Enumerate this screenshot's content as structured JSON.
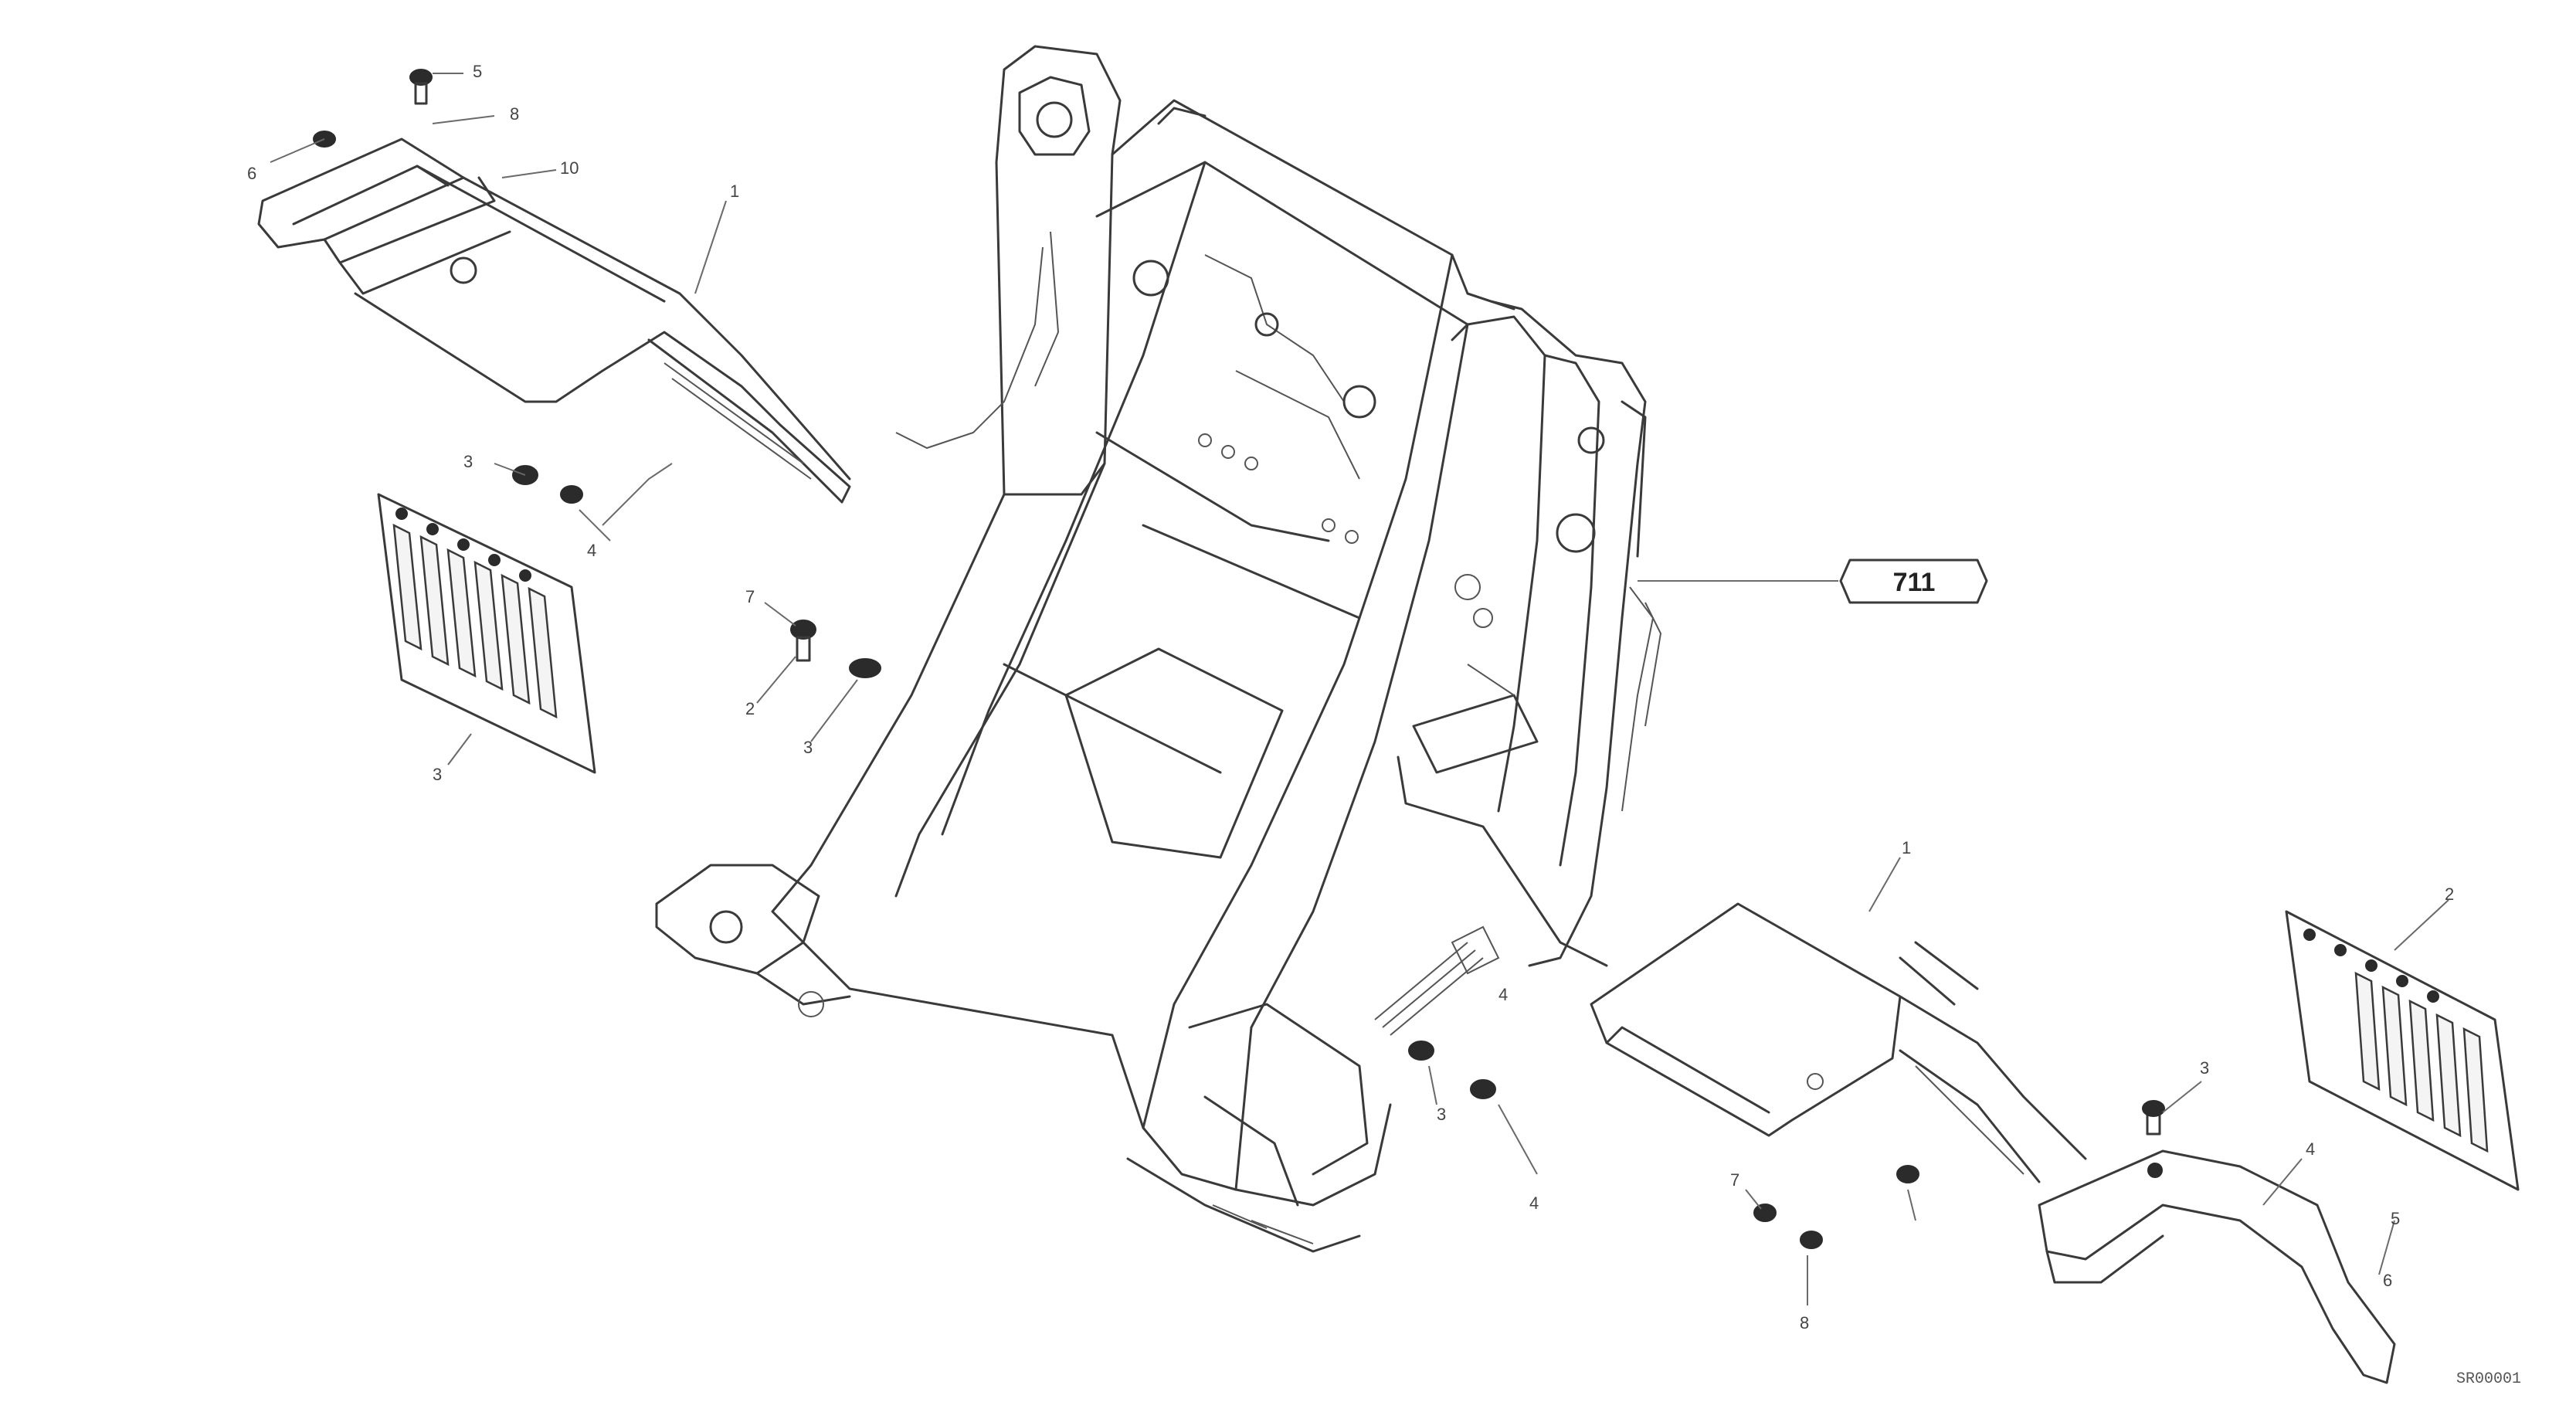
{
  "callouts": [
    {
      "id": "c1",
      "text": "6"
    },
    {
      "id": "c2",
      "text": "5"
    },
    {
      "id": "c3",
      "text": "8"
    },
    {
      "id": "c4",
      "text": "10"
    },
    {
      "id": "c5",
      "text": "1"
    },
    {
      "id": "c6",
      "text": "3"
    },
    {
      "id": "c7",
      "text": "4"
    },
    {
      "id": "c8",
      "text": "3"
    },
    {
      "id": "c9",
      "text": "7"
    },
    {
      "id": "c10",
      "text": "2"
    },
    {
      "id": "c11",
      "text": "3"
    },
    {
      "id": "c12",
      "text": "4"
    },
    {
      "id": "c13",
      "text": "1"
    },
    {
      "id": "c14",
      "text": "2"
    },
    {
      "id": "c15",
      "text": "3"
    },
    {
      "id": "c16",
      "text": "4"
    },
    {
      "id": "c17",
      "text": "5"
    },
    {
      "id": "c18",
      "text": "6"
    },
    {
      "id": "c19",
      "text": "3"
    },
    {
      "id": "c20",
      "text": "4"
    },
    {
      "id": "c21",
      "text": "7"
    },
    {
      "id": "c22",
      "text": "8"
    }
  ],
  "reference_box": {
    "text": "711"
  },
  "drawing_code": "SR00001"
}
